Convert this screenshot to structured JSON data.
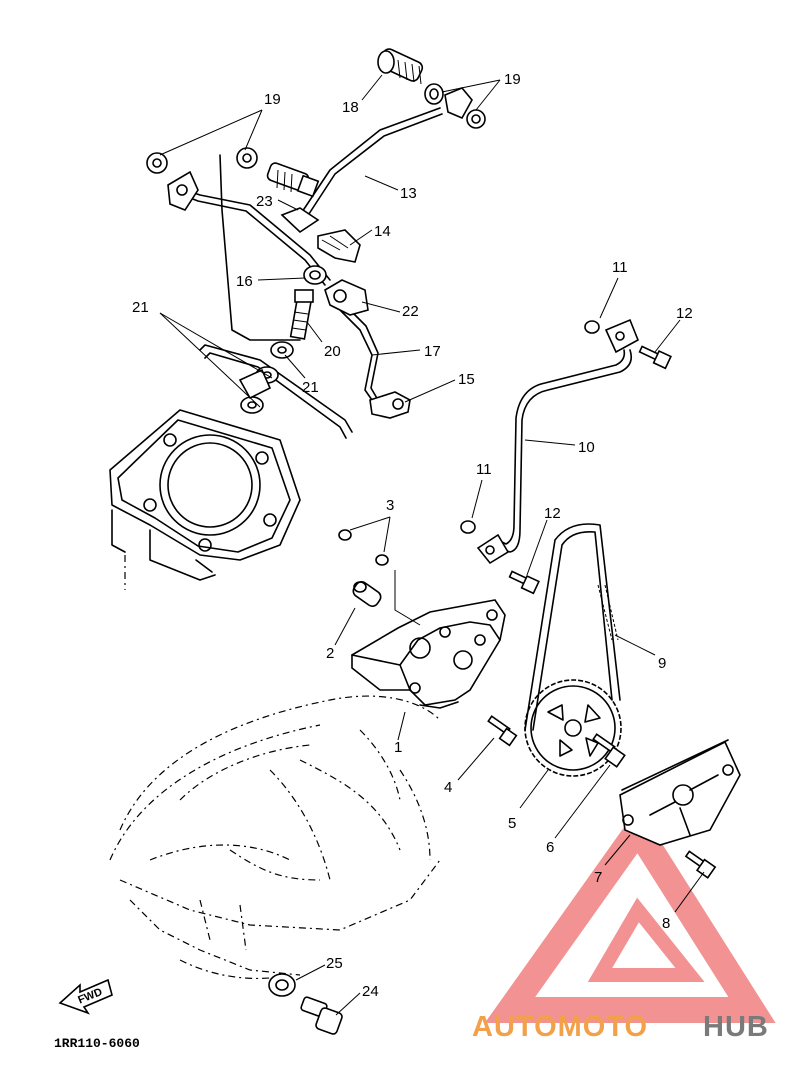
{
  "diagram_code": "1RR110-6060",
  "fwd_label": "FWD",
  "watermark": {
    "part1": "AUTOMOTO",
    "part2": "HUB",
    "color_primary": "#f2a14a",
    "color_secondary": "#7a7a7a",
    "color_logo": "#f08080"
  },
  "callouts": [
    {
      "id": "c1",
      "label": "1"
    },
    {
      "id": "c2",
      "label": "2"
    },
    {
      "id": "c3",
      "label": "3"
    },
    {
      "id": "c4",
      "label": "4"
    },
    {
      "id": "c5",
      "label": "5"
    },
    {
      "id": "c6",
      "label": "6"
    },
    {
      "id": "c7",
      "label": "7"
    },
    {
      "id": "c8",
      "label": "8"
    },
    {
      "id": "c9",
      "label": "9"
    },
    {
      "id": "c10",
      "label": "10"
    },
    {
      "id": "c11a",
      "label": "11"
    },
    {
      "id": "c11b",
      "label": "11"
    },
    {
      "id": "c12a",
      "label": "12"
    },
    {
      "id": "c12b",
      "label": "12"
    },
    {
      "id": "c13",
      "label": "13"
    },
    {
      "id": "c14",
      "label": "14"
    },
    {
      "id": "c15",
      "label": "15"
    },
    {
      "id": "c16",
      "label": "16"
    },
    {
      "id": "c17",
      "label": "17"
    },
    {
      "id": "c18",
      "label": "18"
    },
    {
      "id": "c19a",
      "label": "19"
    },
    {
      "id": "c19b",
      "label": "19"
    },
    {
      "id": "c20",
      "label": "20"
    },
    {
      "id": "c21a",
      "label": "21"
    },
    {
      "id": "c21b",
      "label": "21"
    },
    {
      "id": "c22",
      "label": "22"
    },
    {
      "id": "c23",
      "label": "23"
    },
    {
      "id": "c24",
      "label": "24"
    },
    {
      "id": "c25",
      "label": "25"
    }
  ]
}
